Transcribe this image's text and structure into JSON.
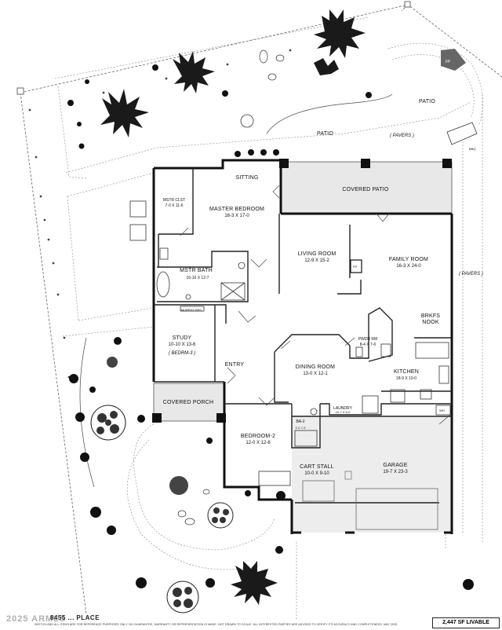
{
  "rooms": [
    {
      "id": "covered-patio",
      "name": "COVERED PATIO",
      "dim": ""
    },
    {
      "id": "sitting",
      "name": "SITTING",
      "dim": ""
    },
    {
      "id": "master-bedroom",
      "name": "MASTER BEDROOM",
      "dim": "16-3  X  17-0"
    },
    {
      "id": "mstr-clst",
      "name": "MSTR CLST",
      "dim": "7-0 X 11-6"
    },
    {
      "id": "mstr-bath",
      "name": "MSTR BATH",
      "dim": "16-10 X 12-7"
    },
    {
      "id": "living-room",
      "name": "LIVING ROOM",
      "dim": "12-9  X  15-2"
    },
    {
      "id": "family-room",
      "name": "FAMILY ROOM",
      "dim": "16-3  X  24-0"
    },
    {
      "id": "brkfs-nook",
      "name": "BRKFS",
      "dim": "NOOK"
    },
    {
      "id": "pwdr-rm",
      "name": "PWDR RM",
      "dim": "8-4 X 7-0"
    },
    {
      "id": "study",
      "name": "STUDY",
      "dim": "10-10 X 13-6"
    },
    {
      "id": "entry",
      "name": "ENTRY",
      "dim": ""
    },
    {
      "id": "dining-room",
      "name": "DINING ROOM",
      "dim": "13-0  X  12-1"
    },
    {
      "id": "kitchen",
      "name": "KITCHEN",
      "dim": "18-9  X 10-0"
    },
    {
      "id": "covered-porch",
      "name": "COVERED PORCH",
      "dim": ""
    },
    {
      "id": "ba-2",
      "name": "BA-2",
      "dim": "5 X 7-9"
    },
    {
      "id": "laundry",
      "name": "LAUNDRY",
      "dim": "10-7 X 5-0"
    },
    {
      "id": "bedroom-2",
      "name": "BEDROOM-2",
      "dim": "12-0  X  12-8"
    },
    {
      "id": "cart-stall",
      "name": "CART STALL",
      "dim": "10-0 X 9-10"
    },
    {
      "id": "garage",
      "name": "GARAGE",
      "dim": "19-7 X 23-3"
    }
  ],
  "study_note": "( BEDRM-3 )",
  "murphy_bed": "MURPHY BED",
  "patio_labels": [
    "PATIO",
    "PATIO"
  ],
  "pavers_labels": [
    "( PAVERS )",
    "( PAVERS )"
  ],
  "fireplace_label": "FP",
  "bbq_label": "BBQ",
  "washer_label": "WH",
  "address": "8455 ... PLACE",
  "watermark": "2025 ARMLS",
  "disclaimer": "SKETCH AND ALL ITEMS ARE FOR REFERENCE PURPOSES ONLY. NO GUARANTEE, WARRANTY OR REPRESENTATION IS MADE. NOT DRAWN TO SCALE. ALL INTERESTED PARTIES ARE ADVISED TO VERIFY ITS ACCURACY AND COMPLETENESS. MAY 2025.",
  "livable_area": "2,447 SF LIVABLE",
  "icons": [
    "tree-icon",
    "shrub-icon",
    "fireplace-icon",
    "bbq-grill-icon",
    "car-stall-icon"
  ]
}
